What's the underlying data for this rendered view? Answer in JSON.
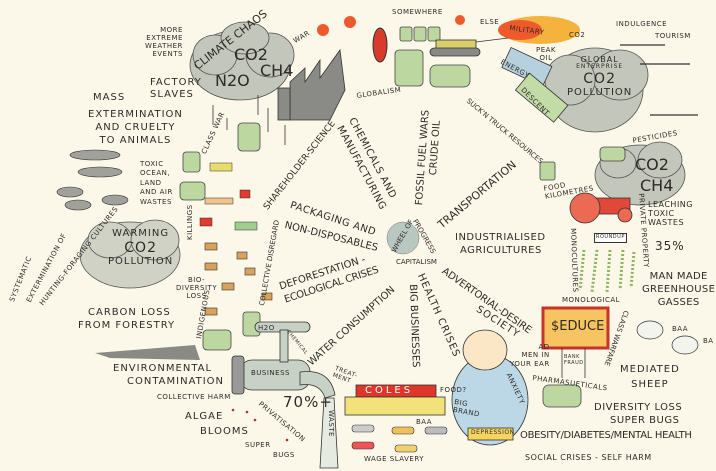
{
  "title": "Wheel of Progress - Capitalism",
  "hub": {
    "label_left": "Wheel of",
    "label_right": "Progress",
    "label_bottom": "Capitalism"
  },
  "spokes": {
    "shareholder_science": "Shareholder-Science",
    "chemicals": "Chemicals and",
    "manufacturing": "Manufacturing",
    "fossil": "Fossil Fuel Wars",
    "crude": "Crude Oil",
    "transportation": "Transportation",
    "industrialised": "Industrialised",
    "agricultures": "Agricultures",
    "advertorial": "Advertorial-Desire",
    "society": "Society",
    "health": "Health Crises",
    "big_businesses": "Big Businesses",
    "water": "Water Consumption",
    "deforestation": "Deforestation -",
    "ecological": "Ecological Crises",
    "packaging": "Packaging and",
    "non_disposables": "Non-Disposables",
    "collective_disregard": "Collective Disregard"
  },
  "top_left": {
    "climate_chaos": "Climate Chaos",
    "weather": [
      "More",
      "Extreme",
      "Weather",
      "Events"
    ],
    "cloud": {
      "co2": "CO2",
      "n2o": "N2O",
      "ch4": "CH4"
    },
    "war": "War",
    "factory_slaves": [
      "Factory",
      "Slaves"
    ],
    "mass": "Mass",
    "extermination": [
      "Extermination",
      "and Cruelty",
      "to Animals"
    ],
    "class_war": "Class War",
    "toxic": [
      "Toxic",
      "Ocean,",
      "Land",
      "and Air",
      "Wastes"
    ],
    "killings": "Killings"
  },
  "top_right": {
    "somewhere": "Somewhere",
    "else": "Else",
    "military": "Military",
    "military_co2": "CO2",
    "peak_oil": [
      "Peak",
      "Oil"
    ],
    "globalism": "Globalism",
    "energy": "Energy",
    "descent": "Descent",
    "global_cloud": [
      "Global",
      "Enterprise",
      "CO2",
      "Pollution"
    ],
    "indulgence": "Indulgence",
    "tourism": "Tourism",
    "suck_truck": "Suck'n Truck Resources",
    "pesticides": "Pesticides",
    "cloud2": {
      "co2": "CO2",
      "ch4": "CH4"
    },
    "food_km": [
      "Food",
      "Kilometres"
    ],
    "leaching": [
      "Leaching",
      "Toxic",
      "Wastes"
    ],
    "private_property": "Private Property",
    "monocultures": "Monocultures",
    "roundup": "Roundup",
    "percent": "35%",
    "greenhouse": [
      "Man Made",
      "Greenhouse",
      "Gasses"
    ]
  },
  "left": {
    "systematic": [
      "Systematic",
      "Extermination of",
      "Hunting-Foraging Cultures"
    ],
    "warming_cloud": [
      "Warming",
      "CO2",
      "Pollution"
    ],
    "carbon_loss": [
      "Carbon Loss",
      "From Forestry"
    ],
    "biodiversity": [
      "Bio-",
      "Diversity",
      "Loss"
    ],
    "indigenous": "Indigenous",
    "h2o": "H2O",
    "environmental": [
      "Environmental",
      "Contamination"
    ],
    "collective_harm": "Collective Harm",
    "algae": [
      "Algae",
      "Blooms"
    ],
    "super_bugs": [
      "Super",
      "Bugs"
    ],
    "business": "Business",
    "chemical": "Chemical",
    "privatisation": "Privatisation",
    "seventy": "70%+",
    "waste": "Waste",
    "treatment": [
      "Treat-",
      "ment"
    ]
  },
  "bottom_right": {
    "coles": "Coles",
    "food_q": "Food?",
    "big_brand": [
      "Big",
      "Brand"
    ],
    "baa_cars": "Baa",
    "wage_slavery": "Wage Slavery",
    "depression": "Depression",
    "anxiety": "Anxiety",
    "ad_men": [
      "Ad",
      "Men in",
      "Your Ear"
    ],
    "seduce": "$educe",
    "bank_fraud": [
      "Bank",
      "Fraud"
    ],
    "monological": "Monological",
    "class_warfare": "Class Warfare",
    "baa1": "Baa",
    "baa2": "Ba",
    "mediated": [
      "Mediated",
      "Sheep"
    ],
    "pharma": "Pharmasueticals",
    "diversity_loss": "Diversity Loss",
    "super_bugs": "Super Bugs",
    "obesity": "Obesity/Diabetes/Mental Health",
    "social": "Social Crises - Self Harm"
  },
  "colors": {
    "paper": "#fbf8ea",
    "ink": "#2e2b26",
    "cloud": "#b9bcb2",
    "barrel": "#b7d39a",
    "fire": "#e8452a",
    "sign": "#f3c15a"
  }
}
